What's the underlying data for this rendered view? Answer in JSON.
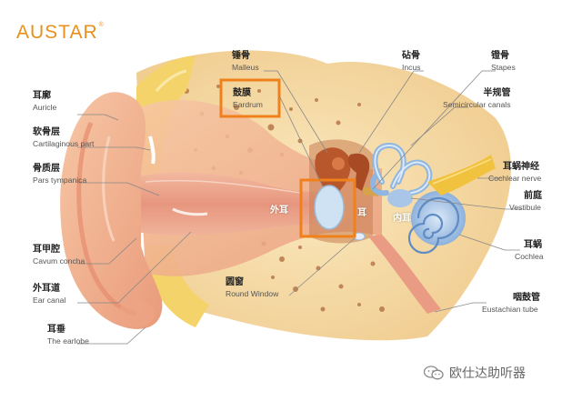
{
  "brand": {
    "name": "AUSTAR",
    "mark": "®"
  },
  "labels": {
    "auricle": {
      "cn": "耳廓",
      "en": "Auricle"
    },
    "cartilaginous": {
      "cn": "软骨层",
      "en": "Cartilaginous part"
    },
    "pars_tympanica": {
      "cn": "骨质层",
      "en": "Pars tympanica"
    },
    "cavum_concha": {
      "cn": "耳甲腔",
      "en": "Cavum concha"
    },
    "ear_canal": {
      "cn": "外耳道",
      "en": "Ear canal"
    },
    "earlobe": {
      "cn": "耳垂",
      "en": "The earlobe"
    },
    "malleus": {
      "cn": "锤骨",
      "en": "Malleus"
    },
    "eardrum": {
      "cn": "鼓膜",
      "en": "Eardrum"
    },
    "round_window": {
      "cn": "圆窗",
      "en": "Round Window"
    },
    "incus": {
      "cn": "砧骨",
      "en": "Incus"
    },
    "stapes": {
      "cn": "镫骨",
      "en": "Stapes"
    },
    "semicircular": {
      "cn": "半规管",
      "en": "Semicircular canals"
    },
    "cochlear_nerve": {
      "cn": "耳蜗神经",
      "en": "Cochlear nerve"
    },
    "vestibule": {
      "cn": "前庭",
      "en": "Vestibule"
    },
    "cochlea": {
      "cn": "耳蜗",
      "en": "Cochlea"
    },
    "eustachian": {
      "cn": "咽鼓管",
      "en": "Eustachian tube"
    }
  },
  "regions": {
    "outer_ear": "外耳",
    "middle_ear": "耳",
    "inner_ear": "内耳"
  },
  "watermark": "欧仕达助听器",
  "colors": {
    "brand": "#e8901e",
    "highlight_box": "#f0801a",
    "skin": "#f3b58f",
    "bone": "#f6dba0",
    "cartilage": "#f4d46a",
    "canal": "#e9a58a",
    "cochlea": "#8fb6e0"
  }
}
